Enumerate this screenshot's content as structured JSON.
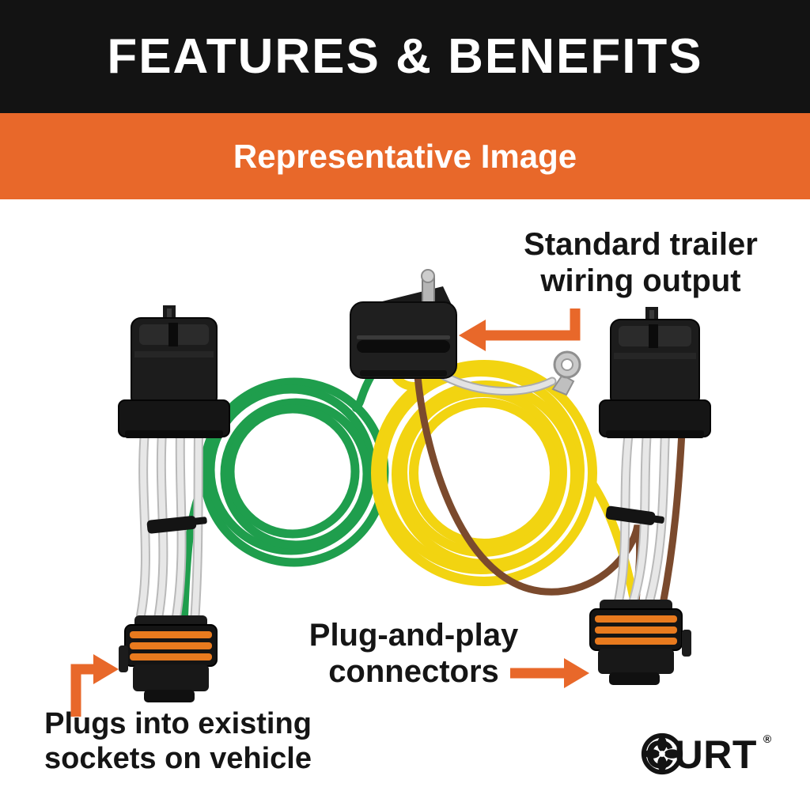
{
  "header": {
    "title": "FEATURES & BENEFITS"
  },
  "banner": {
    "label": "Representative Image"
  },
  "annotations": {
    "trailer_output": {
      "line1": "Standard trailer",
      "line2": "wiring output"
    },
    "plug_and_play": {
      "line1": "Plug-and-play",
      "line2": "connectors"
    },
    "existing_sockets": {
      "line1": "Plugs into existing",
      "line2": "sockets on vehicle"
    }
  },
  "brand": {
    "name": "CURT",
    "registered": "®"
  },
  "icons": {
    "logo": "curt-flower-emblem",
    "arrows": [
      "arrow-to-trailer-output",
      "arrow-to-right-plug",
      "arrow-to-left-plug"
    ]
  },
  "colors": {
    "band_black": "#131313",
    "accent_orange": "#E8682A",
    "wire_green": "#1f9e4d",
    "wire_yellow": "#f2d411",
    "wire_brown": "#7b4a2d",
    "wire_white": "#e7e7e7",
    "connector_black": "#1c1c1c",
    "seal_orange": "#e87a1e",
    "text_black": "#151515"
  }
}
